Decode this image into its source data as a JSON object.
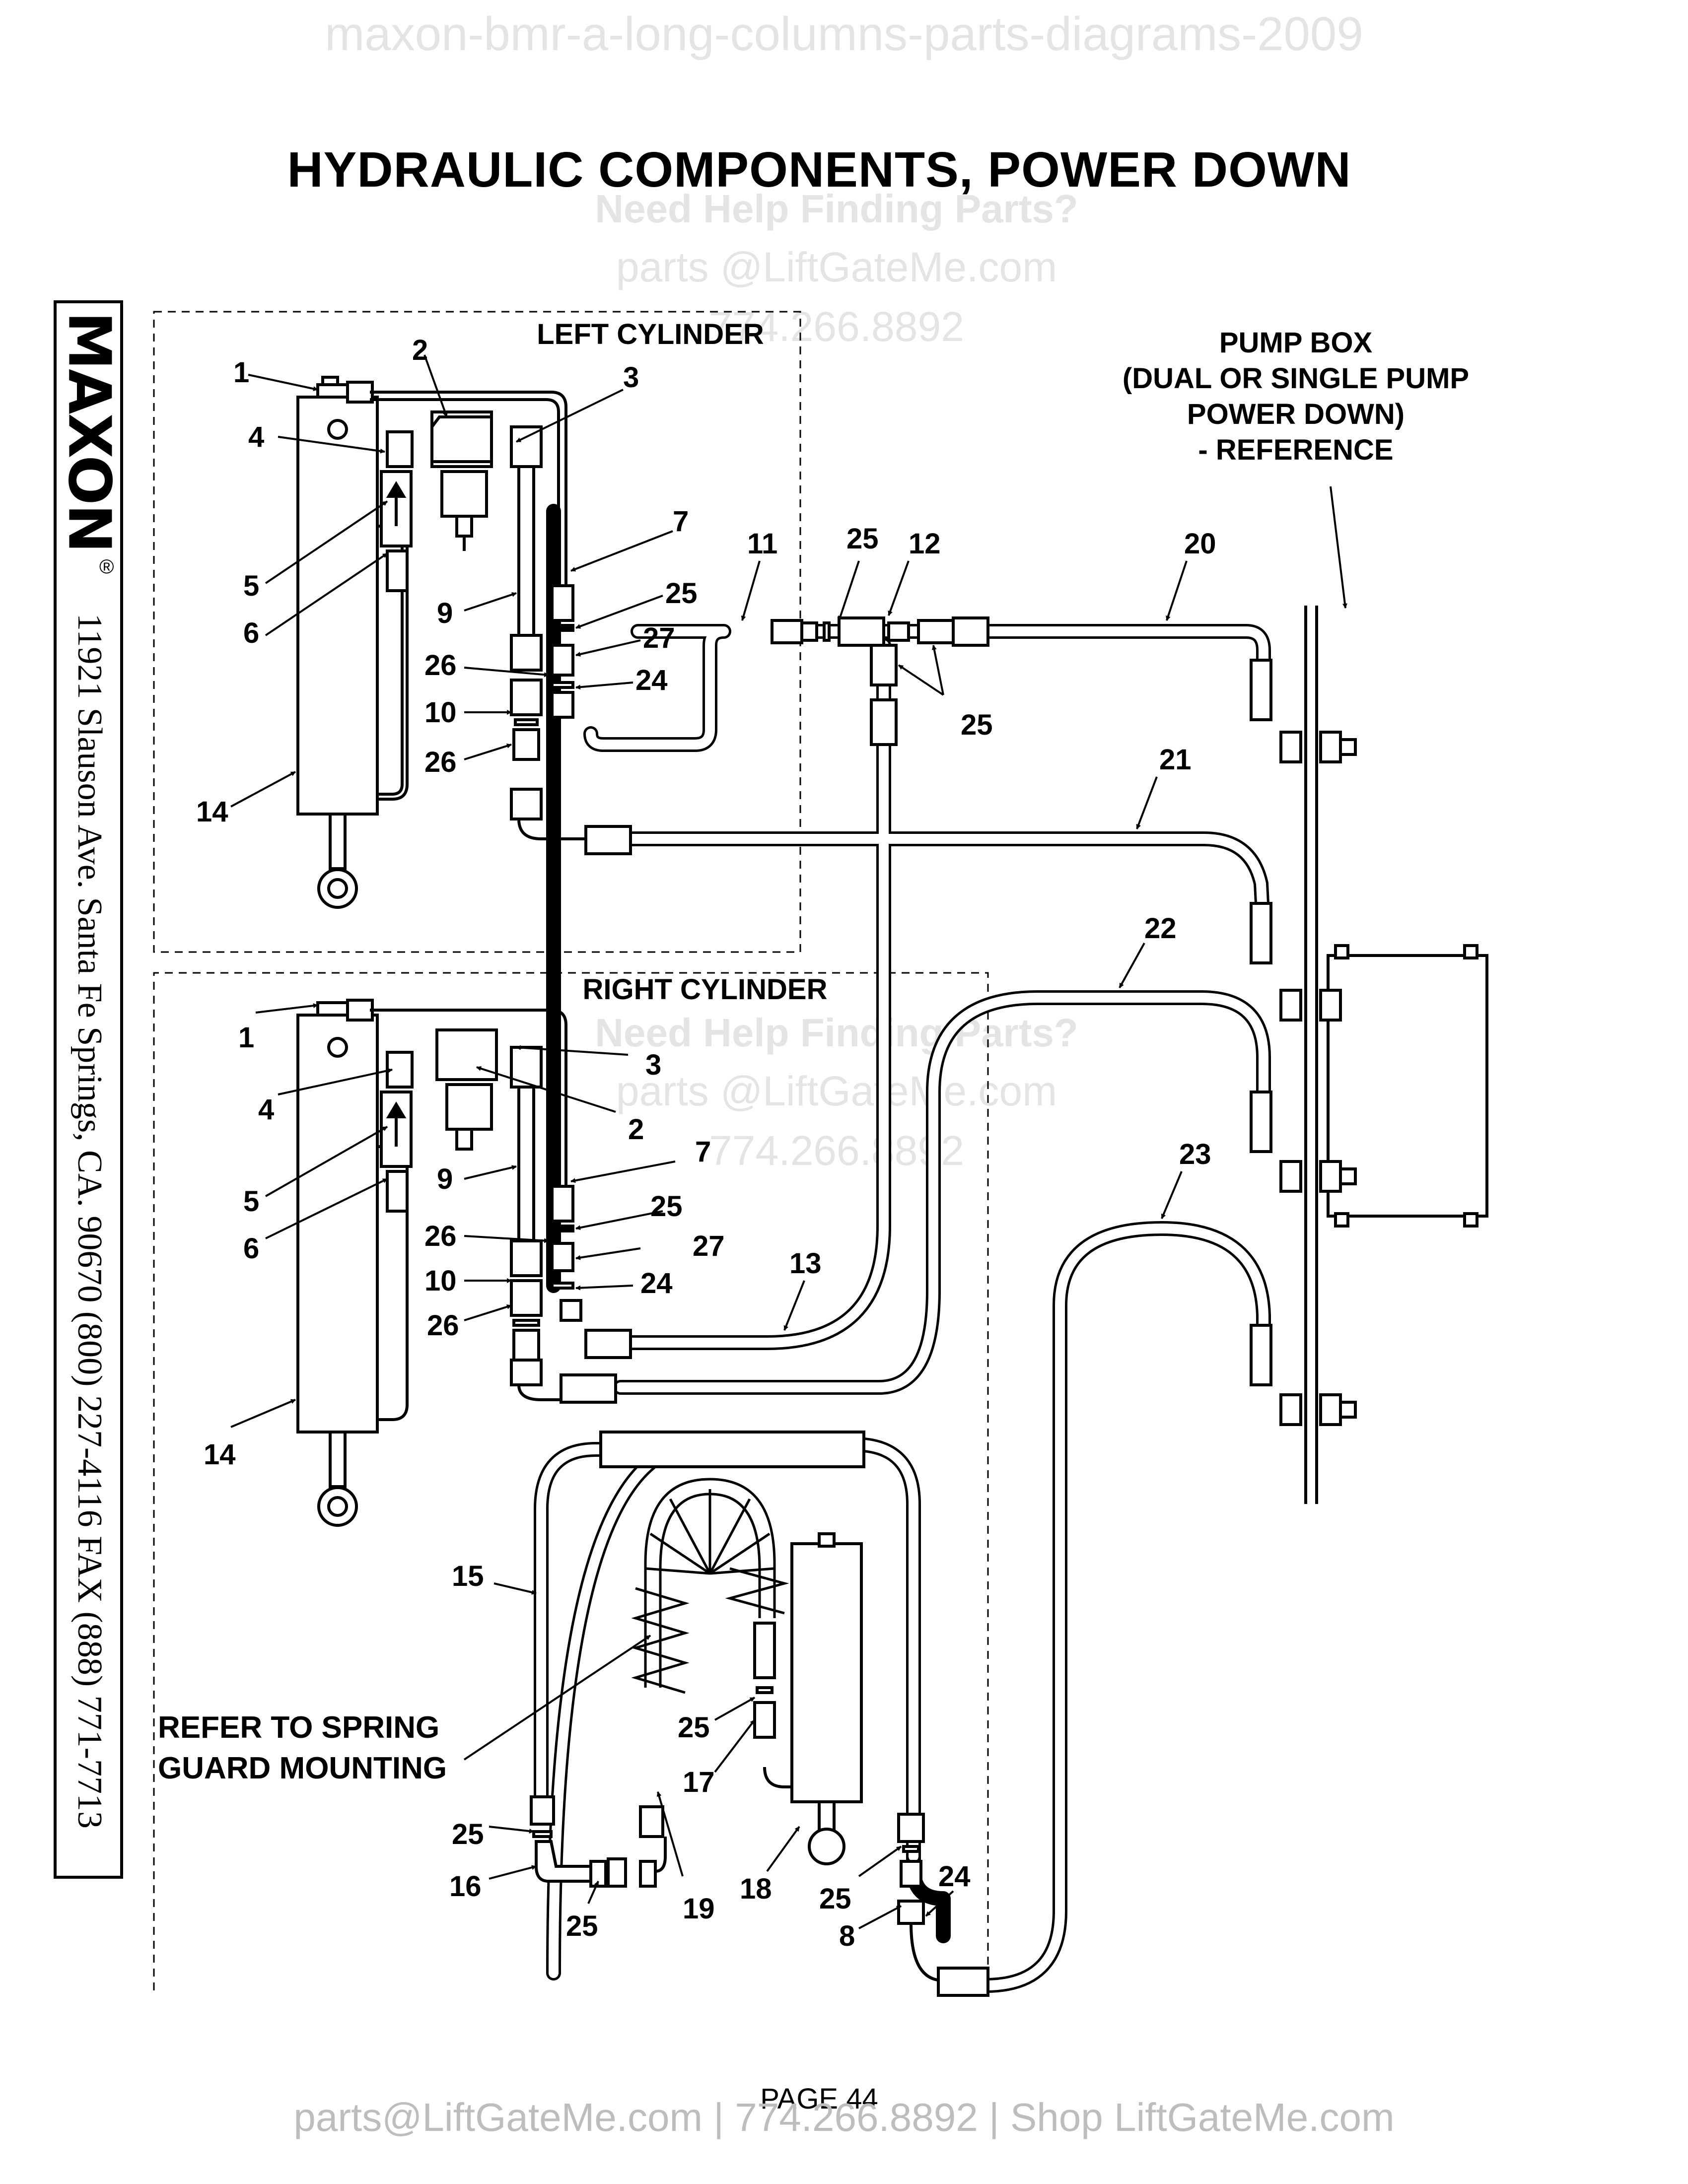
{
  "watermark": {
    "top": "maxon-bmr-a-long-columns-parts-diagrams-2009",
    "help": "Need Help Finding Parts?",
    "email": "parts @LiftGateMe.com",
    "phone": "774.266.8892"
  },
  "title": "HYDRAULIC COMPONENTS, POWER DOWN",
  "sections": {
    "left_cylinder": "LEFT CYLINDER",
    "right_cylinder": "RIGHT CYLINDER",
    "pump_box_lines": [
      "PUMP BOX",
      "(DUAL OR SINGLE PUMP",
      "POWER DOWN)",
      "- REFERENCE"
    ]
  },
  "note_lines": [
    "REFER TO SPRING",
    "GUARD MOUNTING"
  ],
  "sidebar": {
    "logo": "MAXON",
    "registered": "®",
    "address": "11921 Slauson Ave.  Santa Fe Springs, CA.  90670  (800) 227-4116  FAX (888) 771-7713"
  },
  "callouts": {
    "lc_1": "1",
    "lc_2": "2",
    "lc_3": "3",
    "lc_4": "4",
    "lc_5": "5",
    "lc_6": "6",
    "lc_7": "7",
    "lc_9": "9",
    "lc_25": "25",
    "lc_26a": "26",
    "lc_27": "27",
    "lc_10": "10",
    "lc_24": "24",
    "lc_26b": "26",
    "lc_14": "14",
    "top_11": "11",
    "top_25": "25",
    "top_12": "12",
    "top_20": "20",
    "top_25b": "25",
    "top_21": "21",
    "top_22": "22",
    "top_23": "23",
    "rc_1": "1",
    "rc_4": "4",
    "rc_3": "3",
    "rc_2": "2",
    "rc_5": "5",
    "rc_6": "6",
    "rc_7": "7",
    "rc_9": "9",
    "rc_25": "25",
    "rc_26a": "26",
    "rc_27": "27",
    "rc_10": "10",
    "rc_24": "24",
    "rc_26b": "26",
    "rc_13": "13",
    "rc_14": "14",
    "bt_15": "15",
    "bt_25a": "25",
    "bt_17": "17",
    "bt_25b": "25",
    "bt_16": "16",
    "bt_25c": "25",
    "bt_19": "19",
    "bt_18": "18",
    "bt_25d": "25",
    "bt_24": "24",
    "bt_8": "8"
  },
  "page_label": "PAGE 44",
  "footer": "parts@LiftGateMe.com | 774.266.8892 | Shop LiftGateMe.com"
}
